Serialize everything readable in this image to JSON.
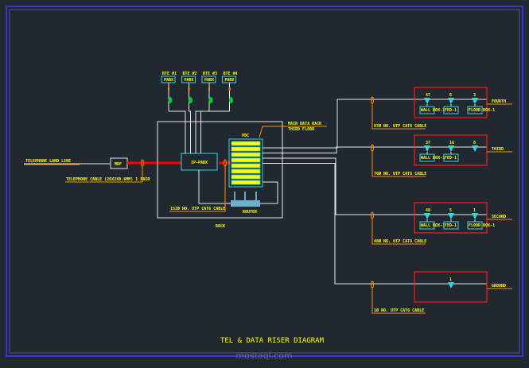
{
  "title": "TEL & DATA RISER DIAGRAM",
  "watermark": "mostaql.com",
  "colors": {
    "background": "#212830",
    "border": "#3a3aff",
    "text": "#ffff00",
    "cable": "#e8e8e8",
    "leader": "#ff8c00",
    "equipment": "#33d6e0",
    "floor_box": "#ff1a1a",
    "telephone_line": "#ff0000",
    "pabx_node": "#00cc33"
  },
  "telephone": {
    "line_label": "TELEPHONE LAND LINE",
    "mdf": "MDF",
    "cable_label": "TELEPHONE CABLE (20X2X0.6MM) 1 PAIR"
  },
  "pabx": {
    "stations": [
      {
        "label": "BTE #1",
        "box": "PABX"
      },
      {
        "label": "BTE #2",
        "box": "PABX"
      },
      {
        "label": "BTE #3",
        "box": "PABX"
      },
      {
        "label": "BTE #4",
        "box": "PABX"
      }
    ],
    "ip_pabx": "IP-PABX"
  },
  "rack": {
    "label": "RACK",
    "main_label": "MAIN DATA RACK",
    "floor_label": "THIRD FLOOR",
    "pdc": "PDC",
    "router": "ROUTER",
    "cable_label": "152Ø NO. UTP CAT6 CABLE",
    "panels": 8
  },
  "floors": [
    {
      "name": "FOURTH",
      "cable": "87Ø NO. UTP CAT6 CABLE",
      "outlets": [
        {
          "count": "47",
          "box": "WALL BOX-1"
        },
        {
          "count": "6",
          "box": "FED-1"
        },
        {
          "count": "3",
          "box": "FLOOR BOX-1"
        }
      ]
    },
    {
      "name": "THIRD",
      "cable": "76Ø NO. UTP CAT6 CABLE",
      "outlets": [
        {
          "count": "37",
          "box": "WALL BOX-1"
        },
        {
          "count": "16",
          "box": "FED-1"
        },
        {
          "count": "8",
          "box": ""
        }
      ]
    },
    {
      "name": "SECOND",
      "cable": "48Ø NO. UTP CAT6 CABLE",
      "outlets": [
        {
          "count": "48",
          "box": "WALL BOX-1"
        },
        {
          "count": "5",
          "box": "FED-1"
        },
        {
          "count": "1",
          "box": "FLOOR BOX-1"
        }
      ]
    },
    {
      "name": "GROUND",
      "cable": "1Ø NO. UTP CAT6 CABLE",
      "outlets": [
        {
          "count": "1",
          "box": ""
        }
      ]
    }
  ]
}
